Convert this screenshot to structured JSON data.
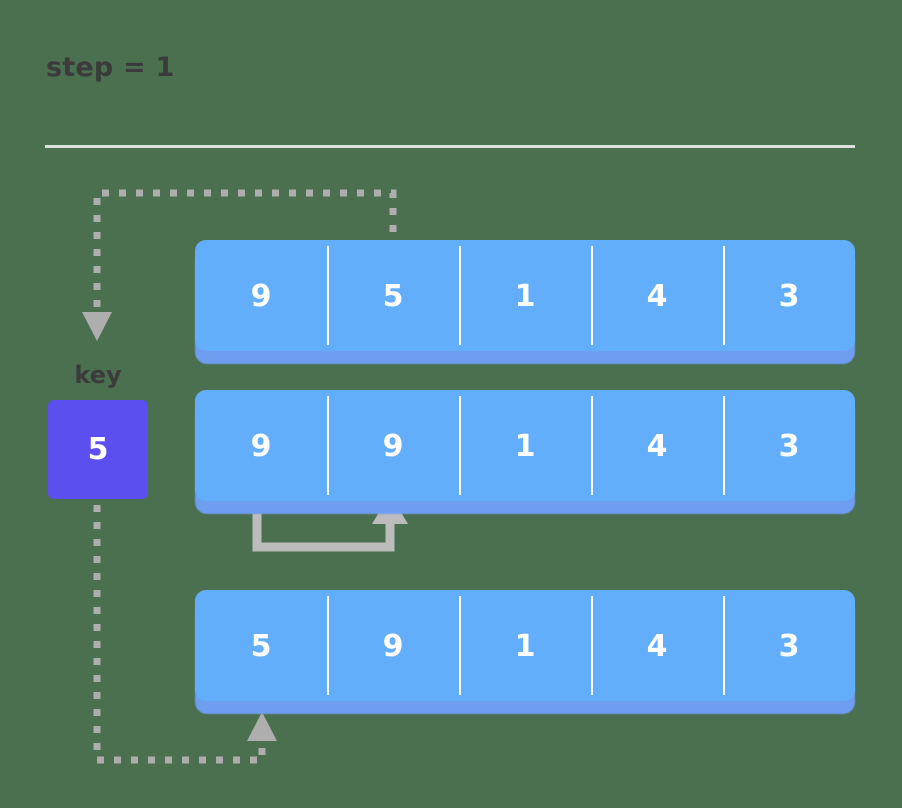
{
  "header": {
    "step_label": "step = 1"
  },
  "key": {
    "label": "key",
    "value": "5",
    "color": "#5b4ff0"
  },
  "array_color": "#63aefb",
  "background_color": "#4a7050",
  "rows": [
    {
      "name": "array-row-before",
      "cells": [
        "9",
        "5",
        "1",
        "4",
        "3"
      ]
    },
    {
      "name": "array-row-shifted",
      "cells": [
        "9",
        "9",
        "1",
        "4",
        "3"
      ]
    },
    {
      "name": "array-row-after",
      "cells": [
        "5",
        "9",
        "1",
        "4",
        "3"
      ]
    }
  ],
  "connectors": {
    "extract_key": "dotted-arrow-from-cell2-to-key",
    "shift_right": "solid-arrow-cell1-to-cell2",
    "insert_key": "dotted-arrow-from-key-to-cell1"
  }
}
